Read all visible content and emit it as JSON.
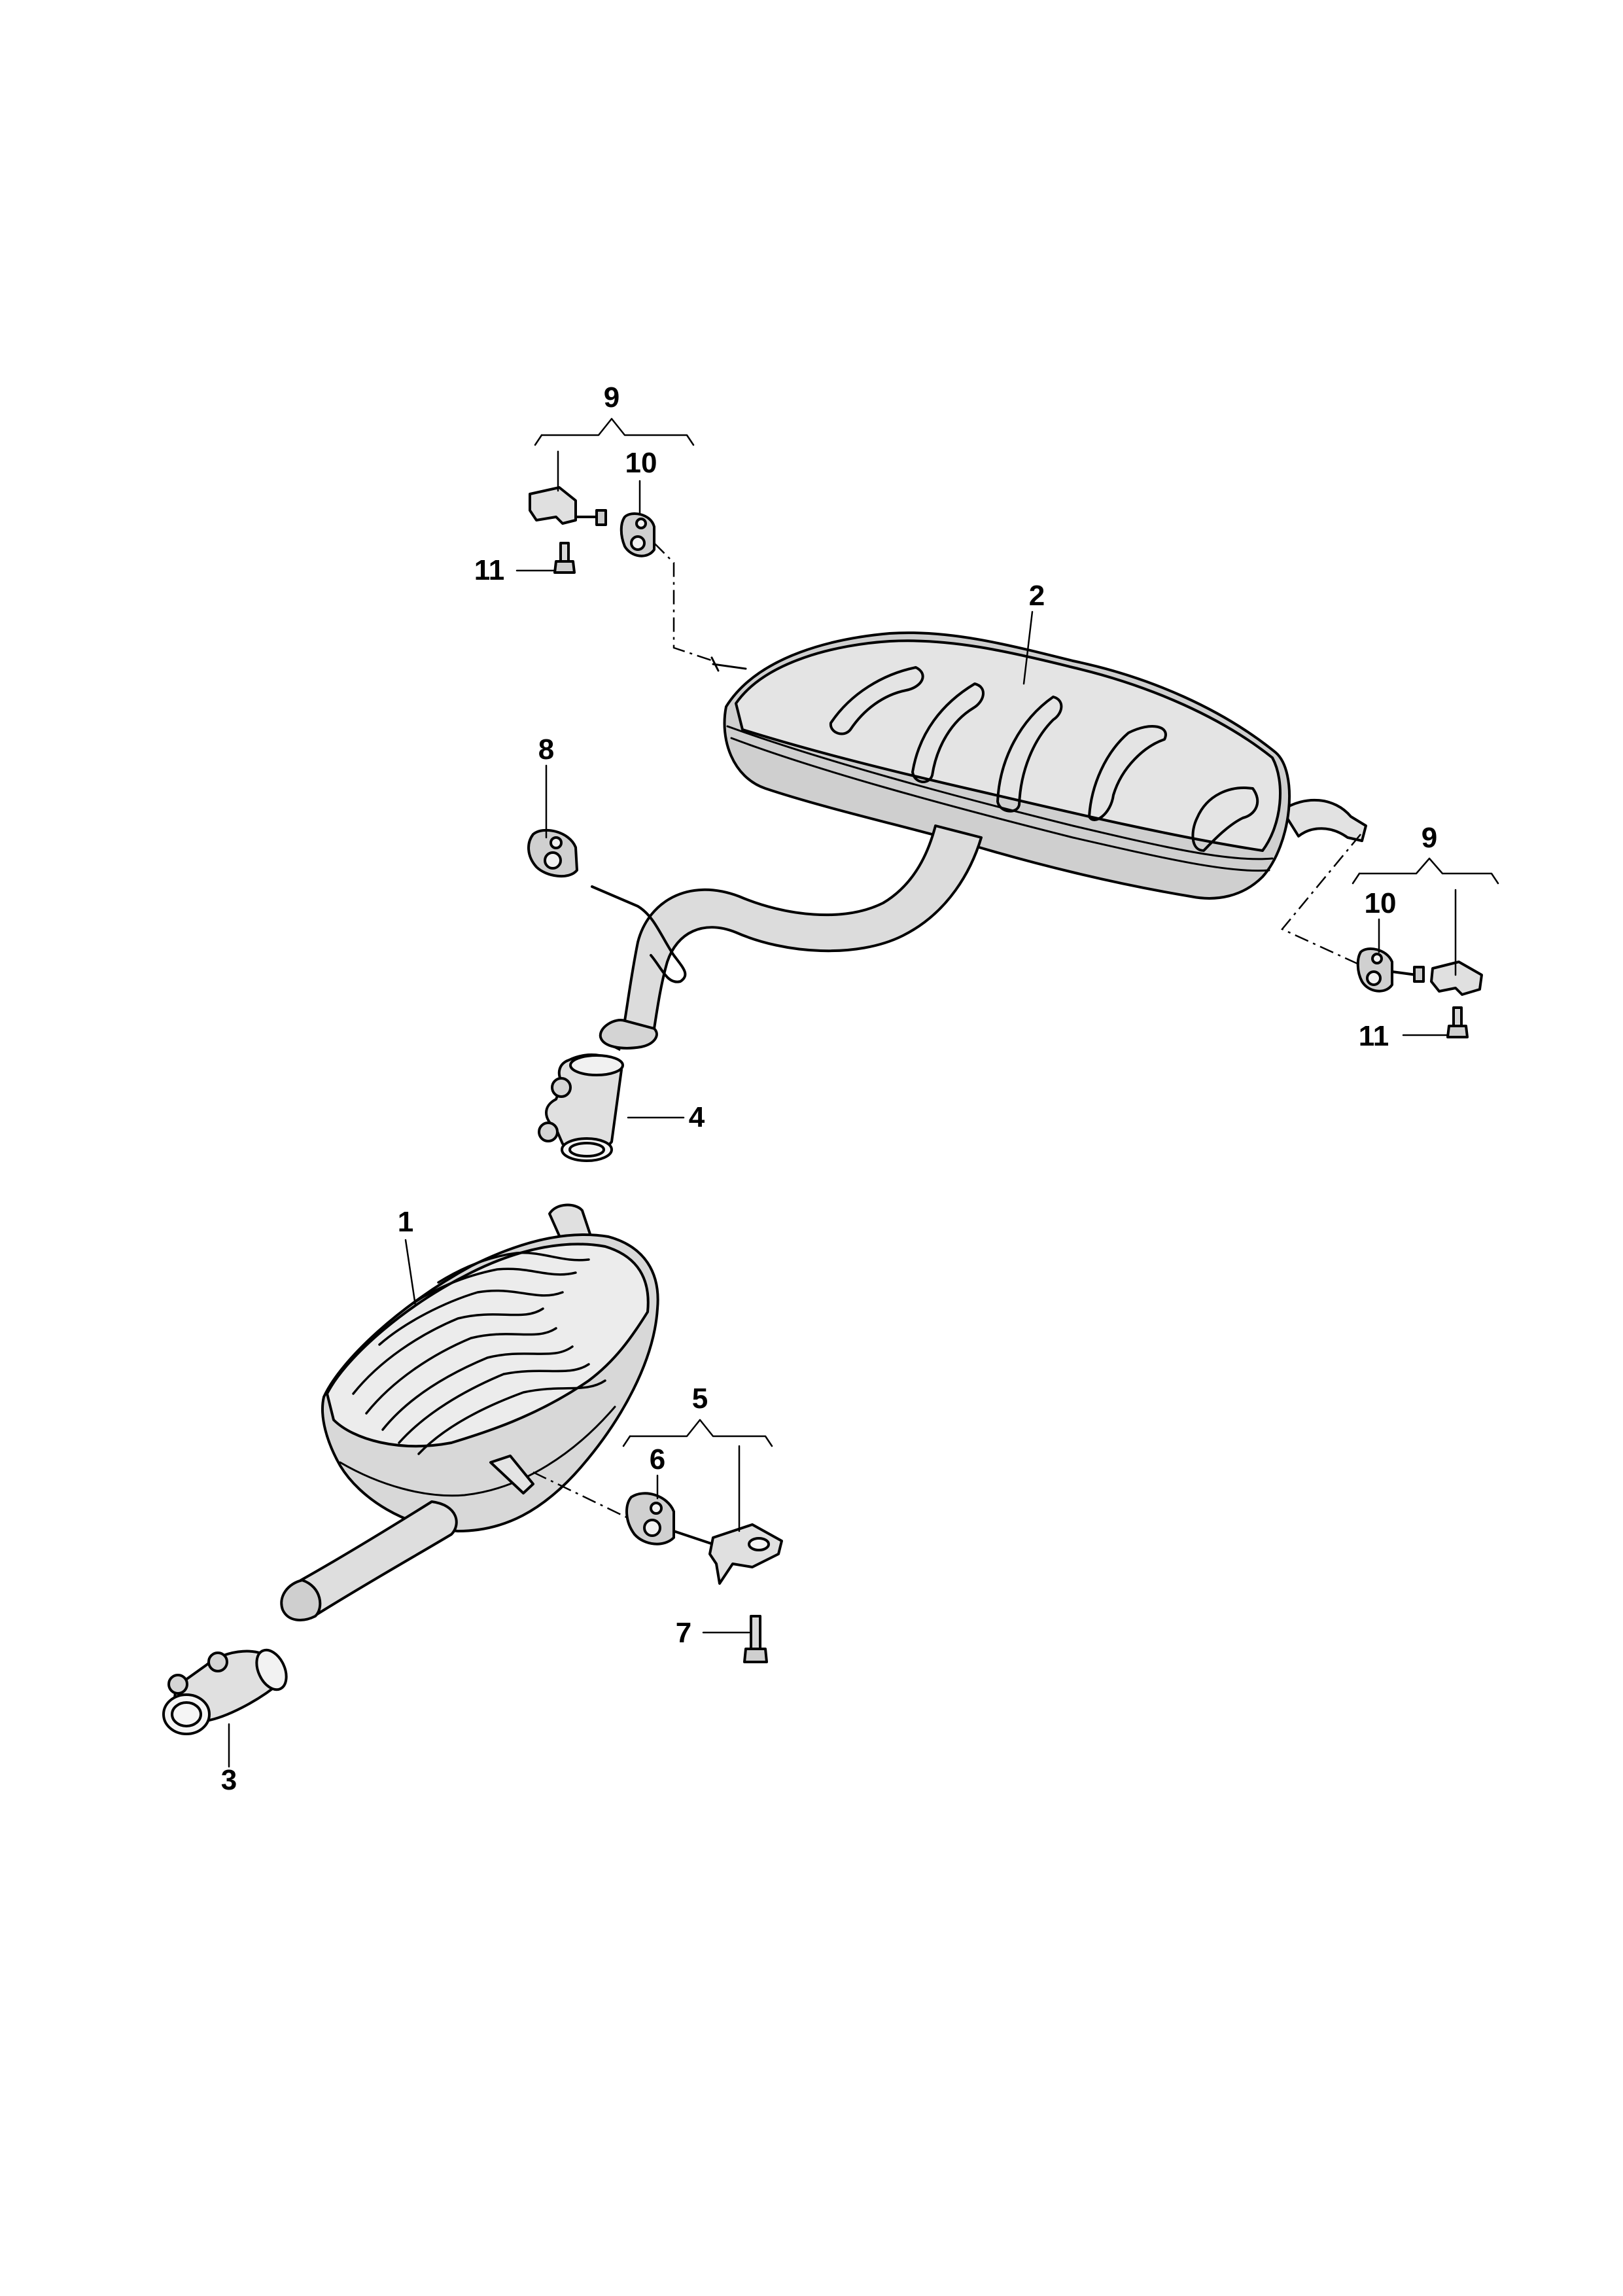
{
  "callouts": {
    "c1": "1",
    "c2": "2",
    "c3": "3",
    "c4": "4",
    "c5": "5",
    "c6": "6",
    "c7": "7",
    "c8": "8",
    "c9a": "9",
    "c9b": "9",
    "c10a": "10",
    "c10b": "10",
    "c11a": "11",
    "c11b": "11"
  },
  "colors": {
    "line": "#000000",
    "part_fill": "#d9d9d9",
    "part_fill_light": "#ececec",
    "background": "#ffffff"
  }
}
